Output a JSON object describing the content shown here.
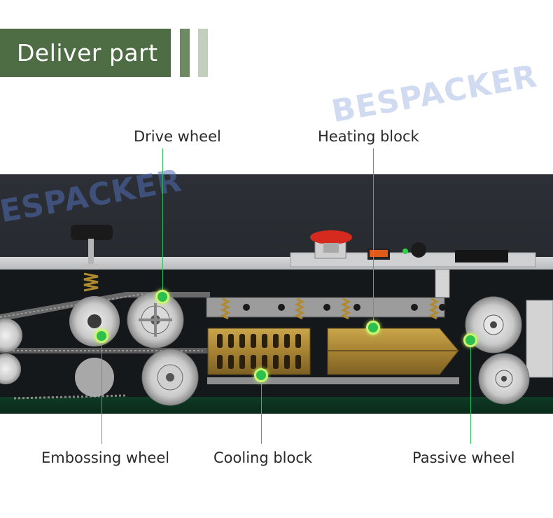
{
  "header": {
    "title": "Deliver part"
  },
  "watermarks": {
    "top": "BESPACKER",
    "machine": "ESPACKER"
  },
  "callouts": {
    "drive_wheel": "Drive wheel",
    "heating_block": "Heating block",
    "embossing_wheel": "Embossing wheel",
    "cooling_block": "Cooling block",
    "passive_wheel": "Passive wheel"
  },
  "colors": {
    "header_green": "#4f6d45",
    "marker_green": "#2ec04f",
    "leader_green": "#2bbf5a"
  }
}
